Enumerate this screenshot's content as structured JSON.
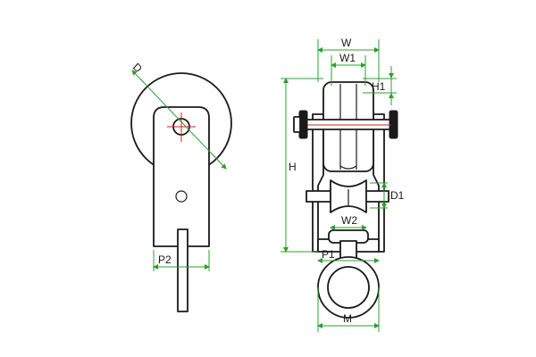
{
  "colors": {
    "outline": "#1a1a1a",
    "dimension_line": "#2f9e2f",
    "center_line": "#d62020",
    "background": "#ffffff"
  },
  "side_view": {
    "labels": {
      "diameter": "D",
      "plate_width": "P2"
    }
  },
  "front_view": {
    "labels": {
      "overall_width": "W",
      "sheave_width": "W1",
      "flange_height": "H1",
      "overall_height": "H",
      "axle_diameter": "D1",
      "roller_width": "W2",
      "base_width": "P1",
      "ring_width": "M"
    }
  }
}
